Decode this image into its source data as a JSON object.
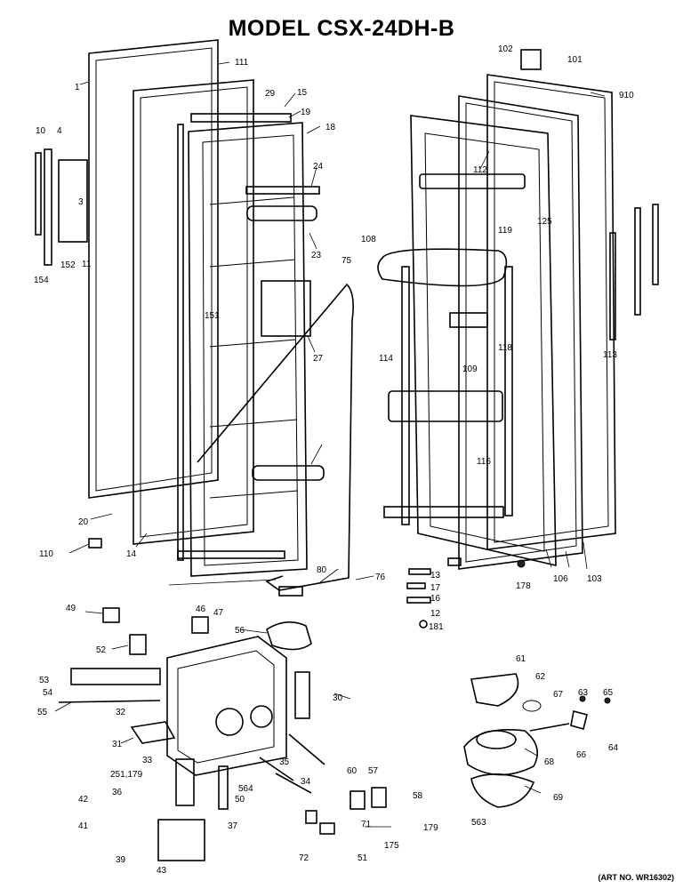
{
  "title": "MODEL CSX-24DH-B",
  "art_no": "(ART NO. WR16302)",
  "callouts": [
    "1",
    "3",
    "4",
    "10",
    "11",
    "12",
    "13",
    "14",
    "15",
    "16",
    "17",
    "18",
    "19",
    "20",
    "23",
    "24",
    "27",
    "29",
    "30",
    "31",
    "32",
    "33",
    "34",
    "35",
    "36",
    "37",
    "39",
    "41",
    "42",
    "43",
    "46",
    "47",
    "49",
    "50",
    "51",
    "52",
    "53",
    "54",
    "55",
    "56",
    "57",
    "58",
    "60",
    "61",
    "62",
    "63",
    "64",
    "65",
    "66",
    "67",
    "68",
    "69",
    "71",
    "72",
    "75",
    "76",
    "80",
    "101",
    "102",
    "103",
    "106",
    "108",
    "109",
    "110",
    "111",
    "112",
    "113",
    "114",
    "116",
    "118",
    "119",
    "125",
    "151",
    "152",
    "154",
    "175",
    "178",
    "179",
    "181",
    "251,179",
    "563",
    "564",
    "910"
  ]
}
